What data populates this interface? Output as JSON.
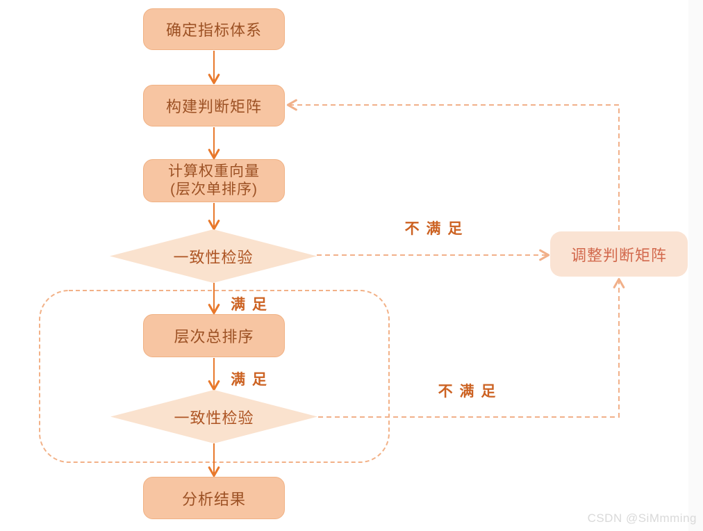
{
  "page": {
    "background_color": "#ffffff",
    "right_strip_color": "#fafafa"
  },
  "colors": {
    "process_box_fill": "#f7c5a2",
    "process_box_border": "#f0b183",
    "process_box_text": "#9c5124",
    "diamond_fill": "#fae2ce",
    "diamond_text": "#ad5423",
    "adjust_box_fill": "#fae3d3",
    "adjust_box_text": "#d2684c",
    "solid_arrow": "#e8782b",
    "dashed_line": "#f1b089",
    "edge_label_text": "#cc6222",
    "watermark_text": "#d9d9d9"
  },
  "flowchart": {
    "nodes": {
      "define": {
        "label": "确定指标体系"
      },
      "construct": {
        "label": "构建判断矩阵"
      },
      "weight": {
        "label_line1": "计算权重向量",
        "label_line2": "(层次单排序)"
      },
      "check1": {
        "label": "一致性检验"
      },
      "total": {
        "label": "层次总排序"
      },
      "check2": {
        "label": "一致性检验"
      },
      "result": {
        "label": "分析结果"
      },
      "adjust": {
        "label": "调整判断矩阵"
      }
    },
    "edge_labels": {
      "not_satisfied_1": "不 满 足",
      "satisfied_1": "满 足",
      "satisfied_2": "满 足",
      "not_satisfied_2": "不 满 足"
    }
  },
  "watermark": "CSDN @SiMmming"
}
